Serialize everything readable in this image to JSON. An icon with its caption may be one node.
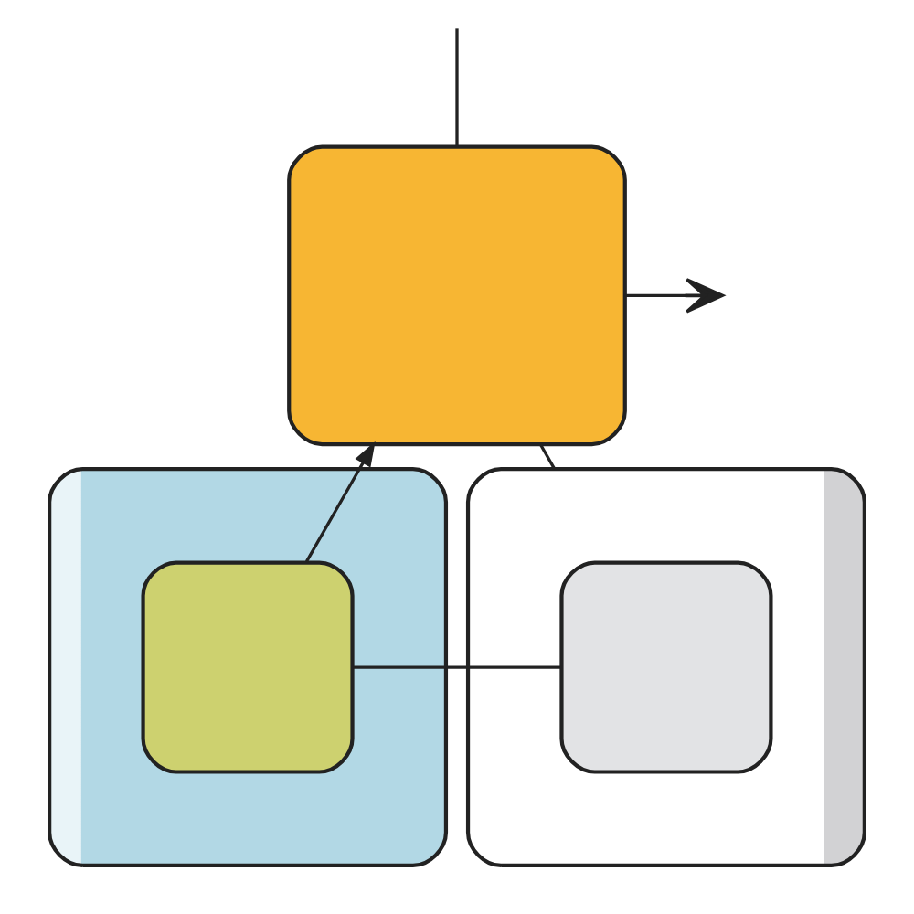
{
  "diagram": {
    "nodes": [
      {
        "text": [],
        "shape": "box"
      },
      {
        "text": [],
        "shape": "box"
      },
      {
        "text": [],
        "shape": "box",
        "in": 1
      },
      {
        "text": [],
        "shape": "box"
      },
      {
        "text": [],
        "shape": "box",
        "in": 3
      }
    ],
    "edges": [
      {
        "from": 2,
        "to": 0,
        "arrow": "to"
      },
      {
        "from": 0,
        "to": 3,
        "arrow": "none"
      },
      {
        "from": null,
        "to": 0,
        "arrow": "none"
      },
      {
        "from": 0,
        "to": null,
        "arrow": "to"
      },
      {
        "from": 2,
        "to": 4,
        "arrow": "none"
      }
    ]
  }
}
